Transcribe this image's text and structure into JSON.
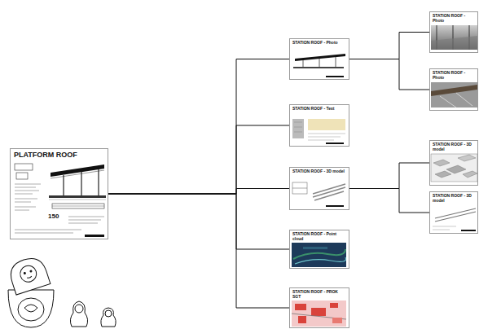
{
  "diagram": {
    "nodes": [
      {
        "text": [
          "PLATFORM ROOF",
          "150"
        ]
      },
      {
        "text": [
          "STATION ROOF - Photo"
        ]
      },
      {
        "text": [
          "STATION ROOF - Text"
        ]
      },
      {
        "text": [
          "STATION ROOF - 3D model"
        ]
      },
      {
        "text": [
          "STATION ROOF - Point cloud"
        ]
      },
      {
        "text": [
          "STATION ROOF - PROK SGT"
        ]
      },
      {
        "text": [
          "STATION ROOF - Photo"
        ]
      },
      {
        "text": [
          "STATION ROOF - Photo"
        ]
      },
      {
        "text": [
          "STATION ROOF - 3D model"
        ]
      },
      {
        "text": [
          "STATION ROOF - 3D model"
        ]
      }
    ],
    "edges": [
      {
        "from": 0,
        "to": 1,
        "arrow": "none"
      },
      {
        "from": 0,
        "to": 2,
        "arrow": "none"
      },
      {
        "from": 0,
        "to": 3,
        "arrow": "none"
      },
      {
        "from": 0,
        "to": 4,
        "arrow": "none"
      },
      {
        "from": 0,
        "to": 5,
        "arrow": "none"
      },
      {
        "from": 1,
        "to": 6,
        "arrow": "none"
      },
      {
        "from": 1,
        "to": 7,
        "arrow": "none"
      },
      {
        "from": 3,
        "to": 8,
        "arrow": "none"
      },
      {
        "from": 3,
        "to": 9,
        "arrow": "none"
      }
    ]
  }
}
